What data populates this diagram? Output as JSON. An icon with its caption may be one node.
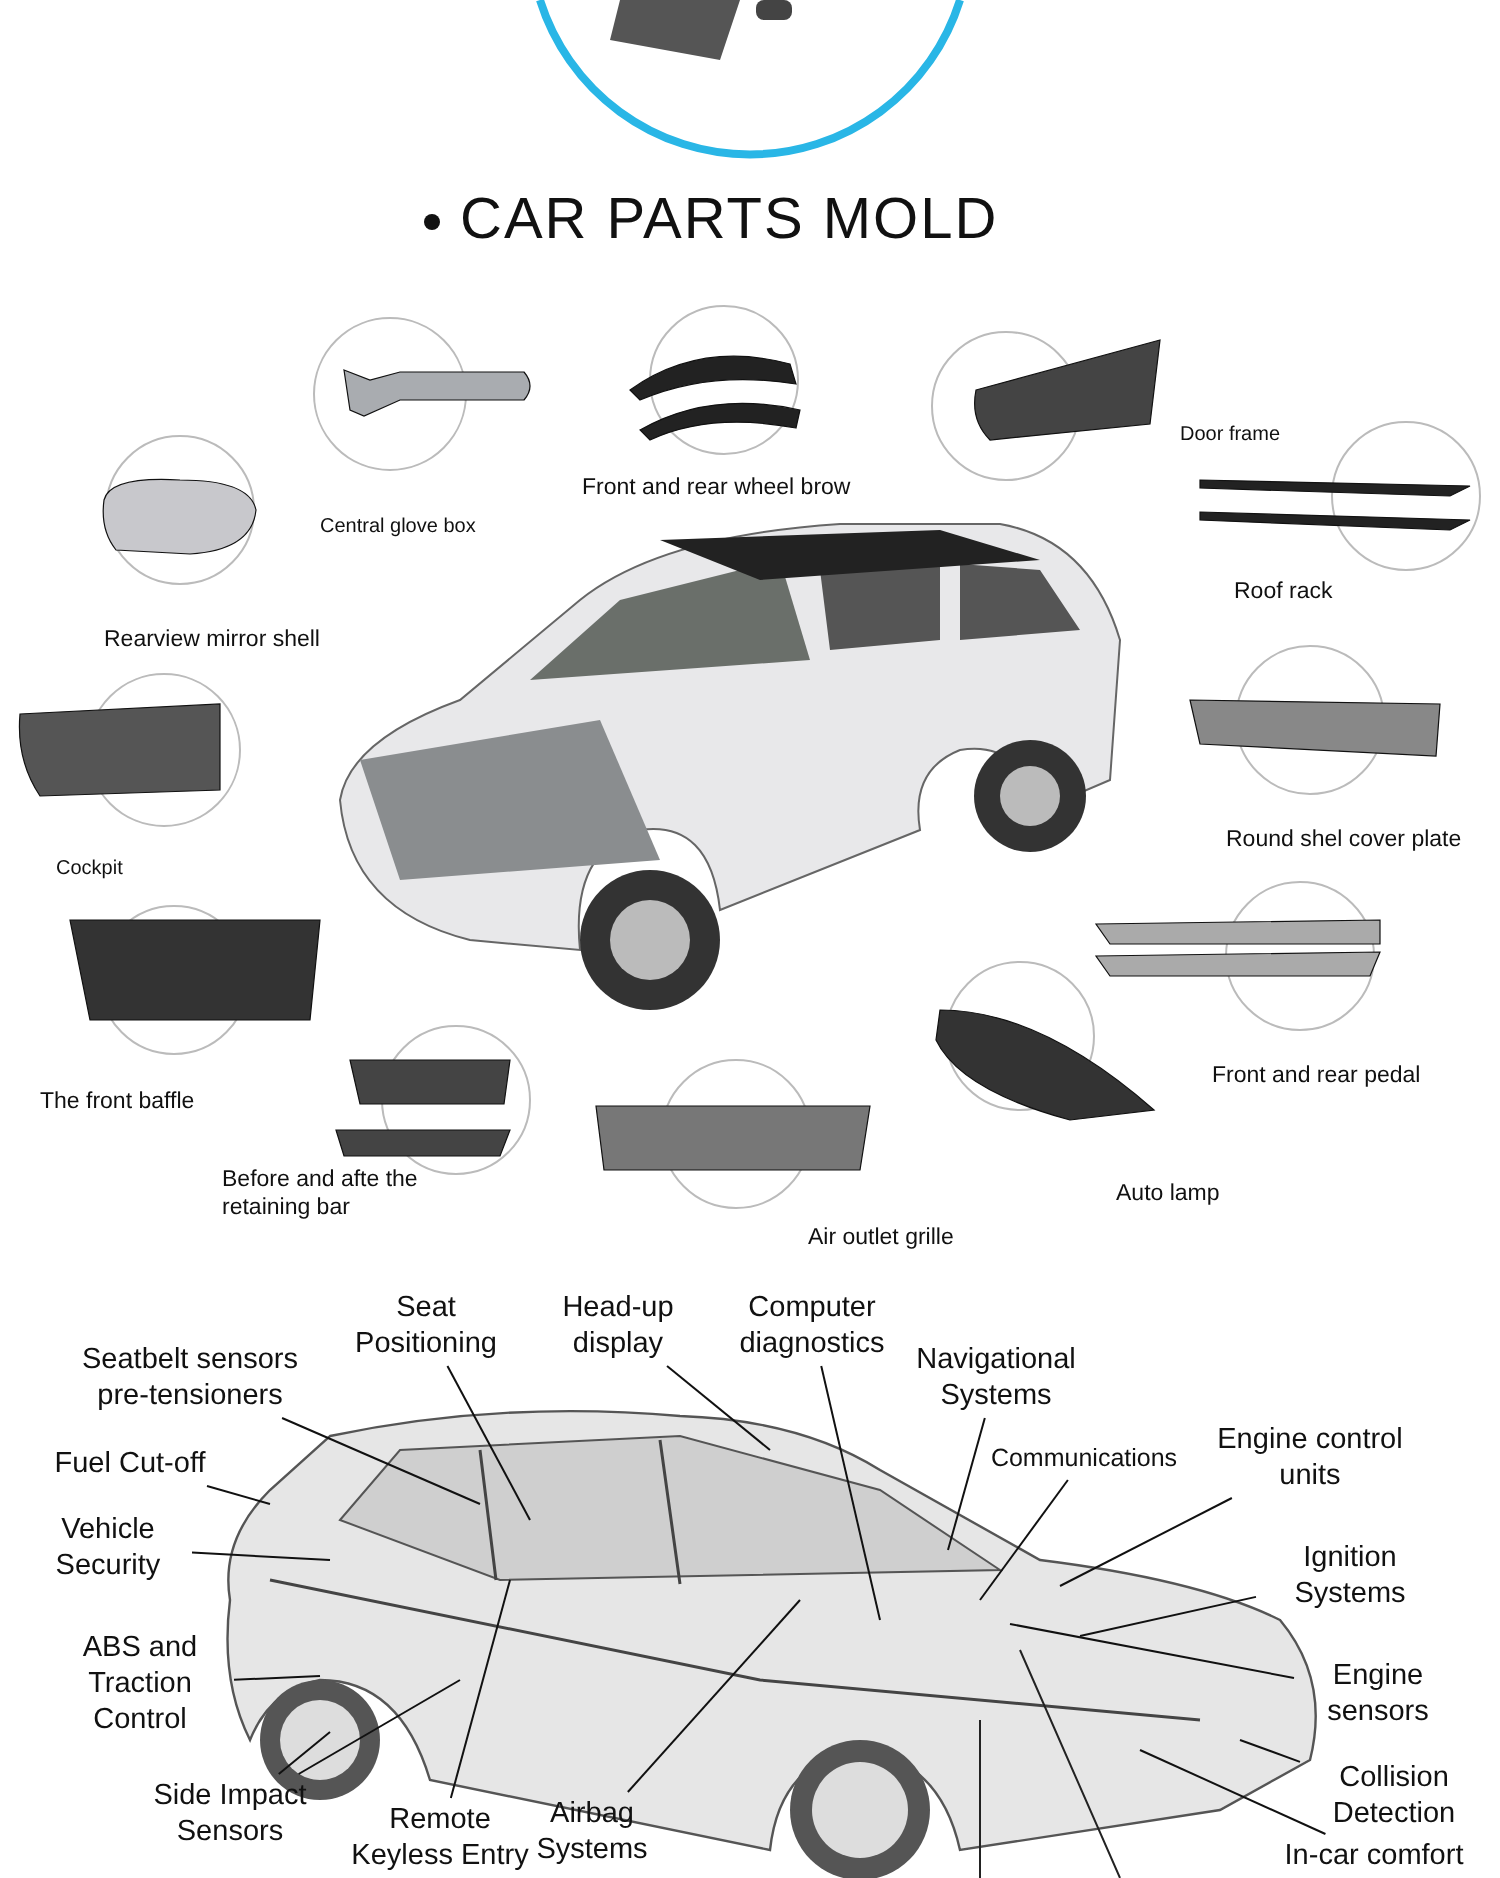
{
  "diagram": {
    "title": "CAR PARTS MOLD",
    "nodes": [
      {
        "text": [
          "Seat Positioning"
        ]
      },
      {
        "text": [
          "Head-up display"
        ]
      },
      {
        "text": [
          "Computer diagnostics"
        ]
      },
      {
        "text": [
          "Seatbelt sensors pre-tensioners"
        ]
      },
      {
        "text": [
          "Navigational Systems"
        ]
      },
      {
        "text": [
          "Communications"
        ]
      },
      {
        "text": [
          "Engine control units"
        ]
      },
      {
        "text": [
          "Fuel Cut-off"
        ]
      },
      {
        "text": [
          "Vehicle Security"
        ]
      },
      {
        "text": [
          "Ignition Systems"
        ]
      },
      {
        "text": [
          "ABS and Traction Control"
        ]
      },
      {
        "text": [
          "Engine sensors"
        ]
      },
      {
        "text": [
          "Collision Detection"
        ]
      },
      {
        "text": [
          "Side Impact Sensors"
        ]
      },
      {
        "text": [
          "Remote Keyless Entry"
        ]
      },
      {
        "text": [
          "Airbag Systems"
        ]
      },
      {
        "text": [
          "In-car comfort"
        ]
      }
    ],
    "edges": [
      {
        "from": 0,
        "to": null,
        "arrow": "none"
      },
      {
        "from": 1,
        "to": null,
        "arrow": "none"
      },
      {
        "from": 2,
        "to": null,
        "arrow": "none"
      },
      {
        "from": 3,
        "to": null,
        "arrow": "none"
      },
      {
        "from": 4,
        "to": null,
        "arrow": "none"
      },
      {
        "from": 5,
        "to": null,
        "arrow": "none"
      },
      {
        "from": 6,
        "to": null,
        "arrow": "none"
      },
      {
        "from": 7,
        "to": null,
        "arrow": "none"
      },
      {
        "from": 8,
        "to": null,
        "arrow": "none"
      },
      {
        "from": 9,
        "to": null,
        "arrow": "none"
      },
      {
        "from": 10,
        "to": null,
        "arrow": "none"
      },
      {
        "from": 11,
        "to": null,
        "arrow": "none"
      },
      {
        "from": 12,
        "to": null,
        "arrow": "none"
      },
      {
        "from": 13,
        "to": null,
        "arrow": "none"
      },
      {
        "from": 13,
        "to": null,
        "arrow": "none"
      },
      {
        "from": 14,
        "to": null,
        "arrow": "none"
      },
      {
        "from": 15,
        "to": null,
        "arrow": "none"
      },
      {
        "from": 16,
        "to": null,
        "arrow": "none"
      }
    ],
    "labels": [
      "Door frame",
      "Front and rear wheel brow",
      "Central glove box",
      "Roof rack",
      "Rearview mirror shell",
      "Round shel cover plate",
      "Cockpit",
      "Front and rear pedal",
      "The front baffle",
      "Before and afte the retaining bar",
      "Auto lamp",
      "Air outlet grille"
    ]
  }
}
